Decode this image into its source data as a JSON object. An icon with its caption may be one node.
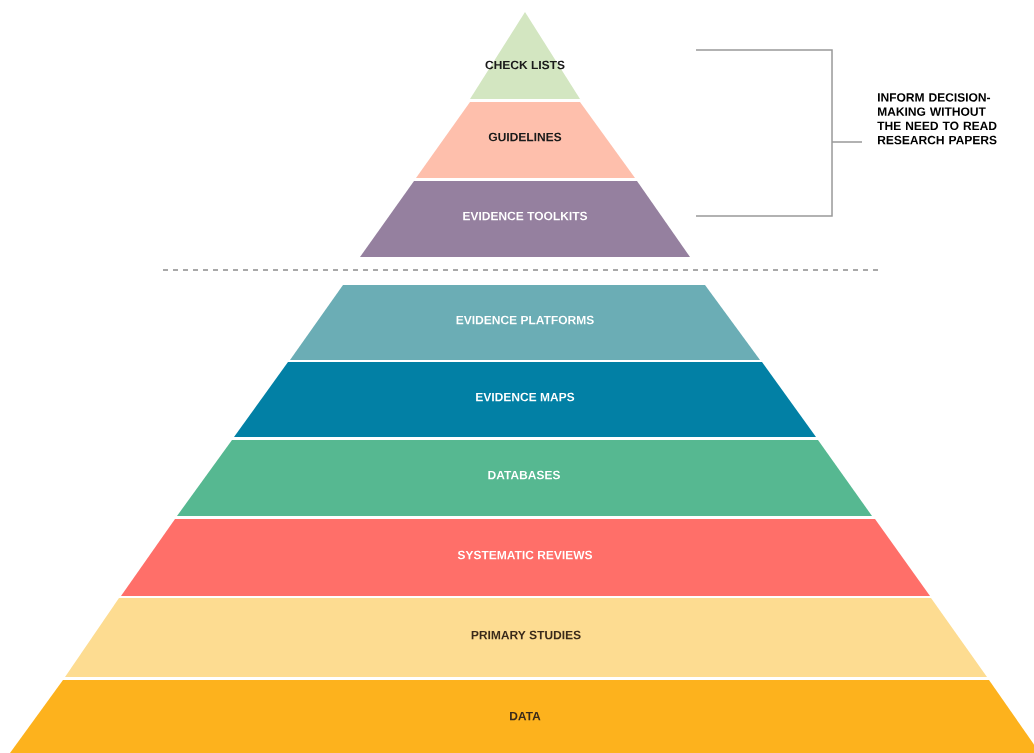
{
  "diagram": {
    "nodes": [
      {
        "text": [
          "CHECK LISTS"
        ]
      },
      {
        "text": [
          "GUIDELINES"
        ]
      },
      {
        "text": [
          "EVIDENCE TOOLKITS"
        ]
      },
      {
        "text": [
          "EVIDENCE PLATFORMS"
        ]
      },
      {
        "text": [
          "EVIDENCE MAPS"
        ]
      },
      {
        "text": [
          "DATABASES"
        ]
      },
      {
        "text": [
          "SYSTEMATIC REVIEWS"
        ]
      },
      {
        "text": [
          "PRIMARY STUDIES"
        ]
      },
      {
        "text": [
          "DATA"
        ]
      }
    ],
    "labels": [
      "INFORM DECISION-MAKING WITHOUT THE NEED TO READ RESEARCH PAPERS"
    ]
  }
}
